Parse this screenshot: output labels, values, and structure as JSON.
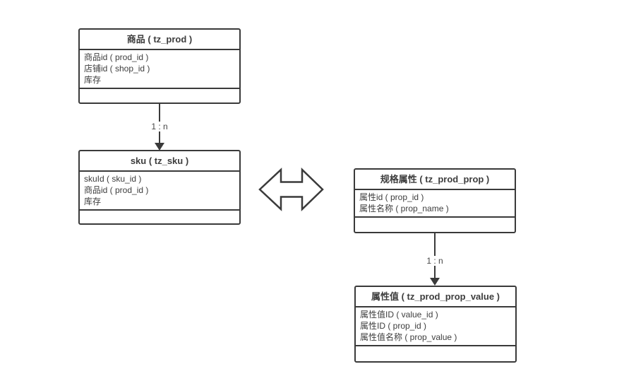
{
  "colors": {
    "line_color": "#3a3a3a",
    "text_color": "#3d3d3d",
    "background": "#ffffff"
  },
  "icons": {
    "relation": "left-right-arrow-icon"
  },
  "entities": [
    {
      "id": "prod",
      "title": "商品 ( tz_prod )",
      "fields": [
        "商品id ( prod_id )",
        "店铺id ( shop_id )",
        "库存"
      ]
    },
    {
      "id": "sku",
      "title": "sku ( tz_sku )",
      "fields": [
        "skuId ( sku_id )",
        "商品id ( prod_id )",
        "库存"
      ]
    },
    {
      "id": "prod_prop",
      "title": "规格属性 ( tz_prod_prop )",
      "fields": [
        "属性id ( prop_id )",
        "属性名称 ( prop_name )"
      ]
    },
    {
      "id": "prod_prop_value",
      "title": "属性值 ( tz_prod_prop_value )",
      "fields": [
        "属性值ID ( value_id )",
        "属性ID ( prop_id )",
        "属性值名称 ( prop_value )"
      ]
    }
  ],
  "connectors": [
    {
      "label": "1 : n"
    },
    {
      "label": "1 : n"
    }
  ]
}
